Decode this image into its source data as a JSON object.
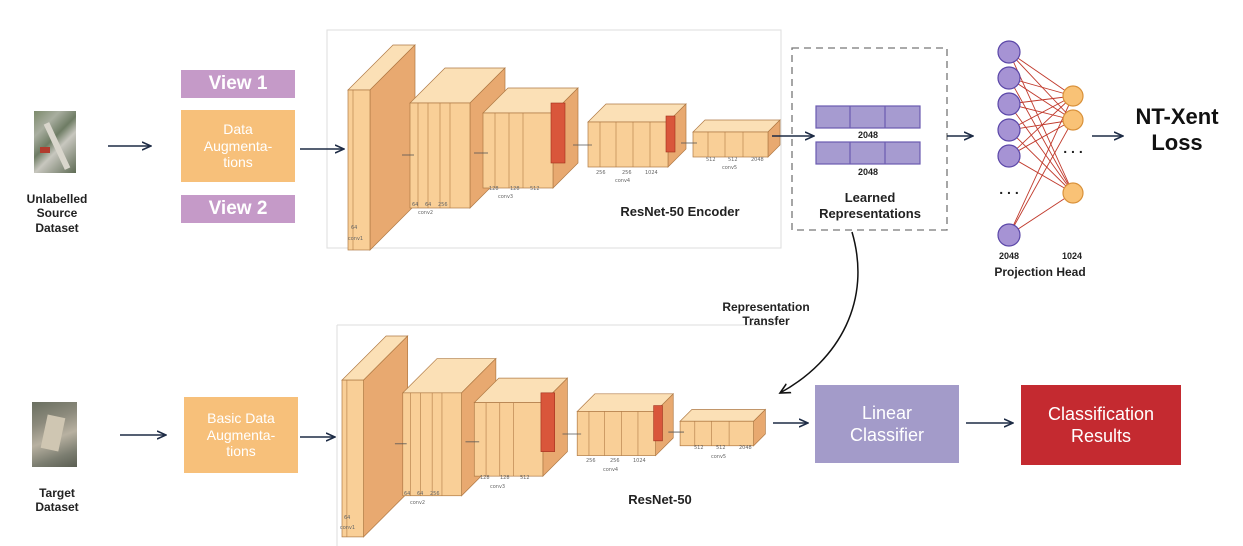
{
  "source": {
    "caption": "Unlabelled\nSource\nDataset",
    "view1": "View 1",
    "augment": "Data\nAugmenta-\ntions",
    "view2": "View 2"
  },
  "encoder": {
    "title": "ResNet-50 Encoder",
    "ticks": [
      "64",
      "64",
      "64",
      "256",
      "128",
      "128",
      "512",
      "256",
      "256",
      "1024",
      "512",
      "512",
      "2048"
    ],
    "stage_names": [
      "conv1",
      "conv2",
      "conv3",
      "conv4",
      "conv5"
    ]
  },
  "representations": {
    "vec1_label": "2048",
    "vec2_label": "2048",
    "caption": "Learned\nRepresentations"
  },
  "projection": {
    "in_label": "2048",
    "out_label": "1024",
    "caption": "Projection Head",
    "dots": ". . ."
  },
  "loss": {
    "label": "NT-Xent\nLoss"
  },
  "transfer": {
    "label": "Representation\nTransfer"
  },
  "target": {
    "caption": "Target\nDataset",
    "augment": "Basic Data\nAugmenta-\ntions",
    "network_title": "ResNet-50",
    "classifier": "Linear\nClassifier",
    "results": "Classification\nResults"
  },
  "colors": {
    "arrow": "#1d2b45",
    "view_box": "#c59ac8",
    "aug_box": "#f7c07a",
    "block_fill": "#f9cf97",
    "block_dark": "#e8a970",
    "red_block": "#d9563b",
    "vector_fill": "#a69bd0",
    "node_in": "#a693d4",
    "node_out": "#f9c276",
    "edge": "#c0392b",
    "classifier_box": "#a39bc9",
    "results_box": "#c42a30"
  }
}
